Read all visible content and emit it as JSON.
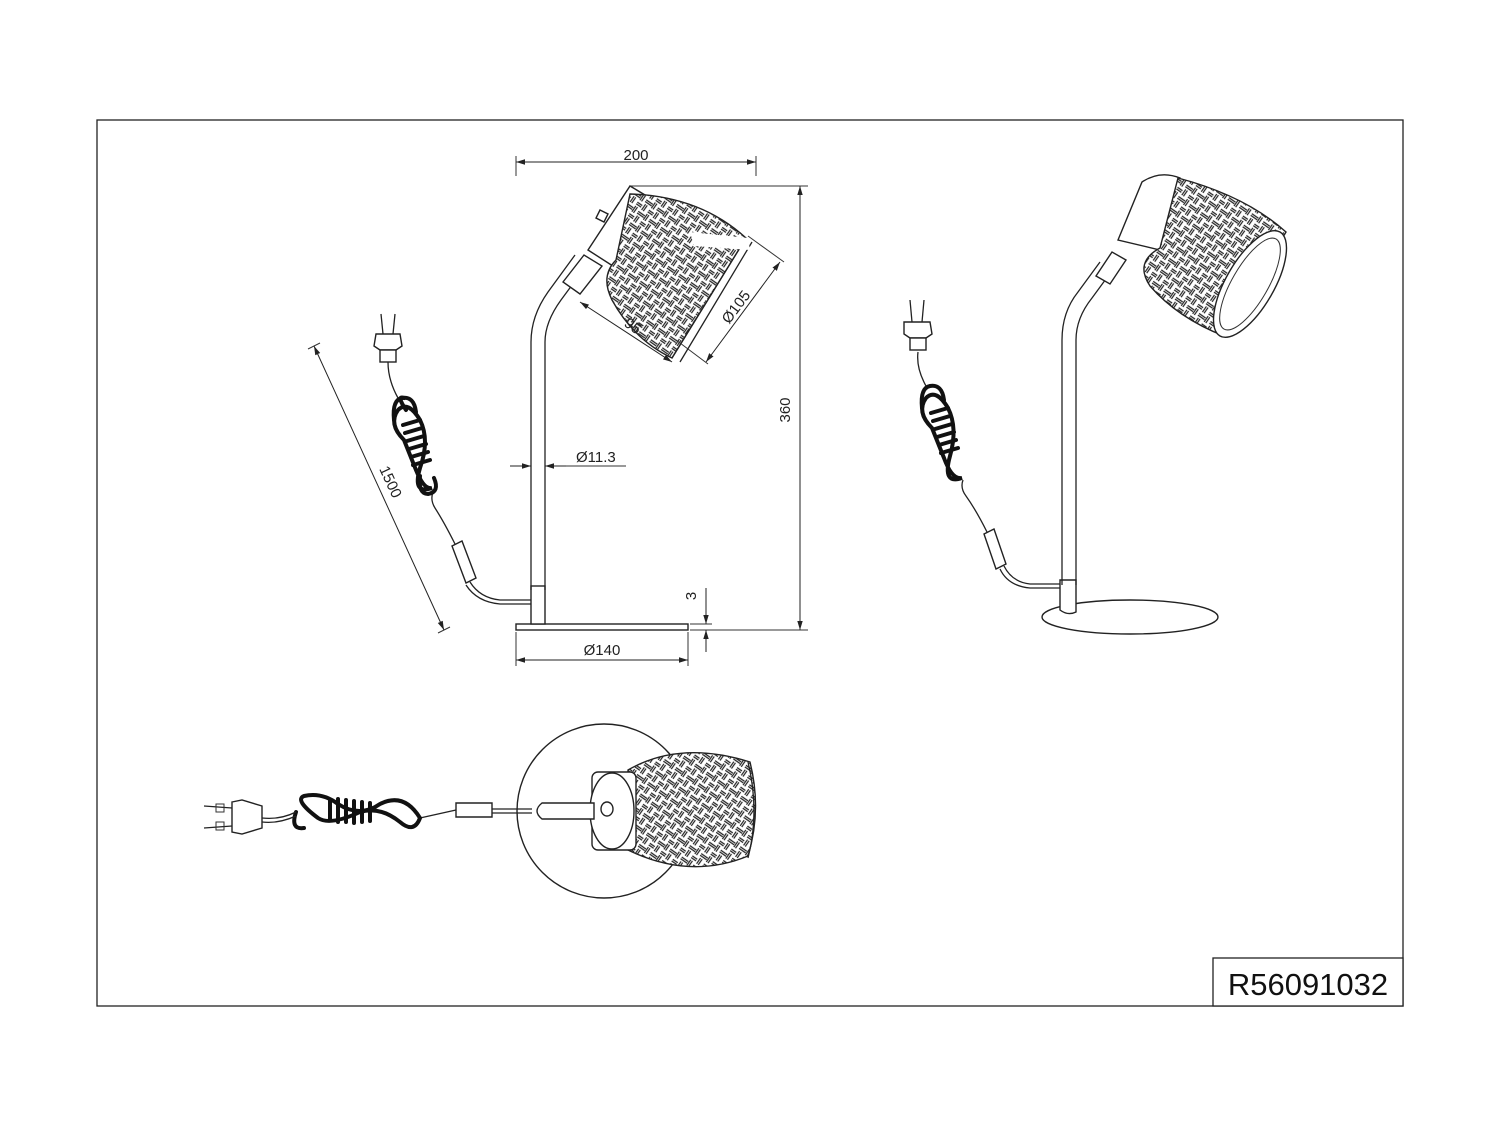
{
  "drawing": {
    "product_code": "R56091032",
    "dimensions": {
      "width_head": "200",
      "total_height": "360",
      "shade_diameter": "Ø105",
      "shade_depth": "95",
      "rod_diameter": "Ø11.3",
      "cable_length": "1500",
      "base_thickness": "3",
      "base_diameter": "Ø140"
    },
    "views": [
      "front-view",
      "perspective-view",
      "top-view"
    ]
  }
}
